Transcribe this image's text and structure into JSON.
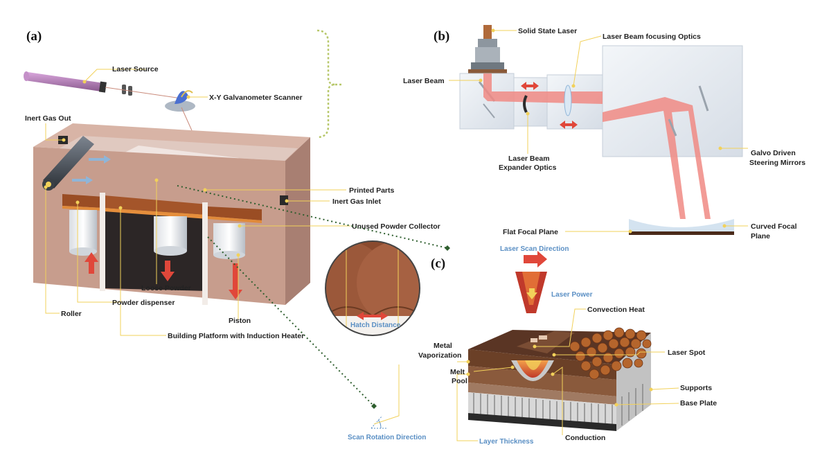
{
  "panels": {
    "a": "(a)",
    "b": "(b)",
    "c": "(c)"
  },
  "labels_a": {
    "laser_source": "Laser Source",
    "galvo": "X-Y Galvanometer Scanner",
    "inert_gas_out": "Inert Gas Out",
    "printed_parts": "Printed Parts",
    "inert_gas_inlet": "Inert Gas Inlet",
    "unused_powder": "Unused Powder Collector",
    "loose_powder": "Loose Powder",
    "powder_dispenser": "Powder dispenser",
    "roller": "Roller",
    "piston": "Piston",
    "building_platform": "Building Platform with Induction Heater",
    "hatch_distance": "Hatch Distance",
    "scan_rotation": "Scan Rotation Direction"
  },
  "labels_b": {
    "solid_state_laser": "Solid State Laser",
    "focusing_optics": "Laser Beam focusing Optics",
    "laser_beam": "Laser Beam",
    "expander_line1": "Laser Beam",
    "expander_line2": "Expander Optics",
    "galvo_line1": "Galvo Driven",
    "galvo_line2": "Steering Mirrors",
    "flat_focal": "Flat Focal Plane",
    "curved_line1": "Curved Focal",
    "curved_line2": "Plane"
  },
  "labels_c": {
    "scan_direction": "Laser Scan Direction",
    "laser_power": "Laser Power",
    "convection_heat": "Convection Heat",
    "metal_vap_line1": "Metal",
    "metal_vap_line2": "Vaporization",
    "laser_spot": "Laser Spot",
    "melt_line1": "Melt",
    "melt_line2": "Pool",
    "supports": "Supports",
    "base_plate": "Base Plate",
    "layer_thickness": "Layer Thickness",
    "conduction": "Conduction"
  },
  "colors": {
    "chamber": "#c9a394",
    "chamber_dark": "#a9857a",
    "powder": "#a0522d",
    "laser_red": "#e05a4f",
    "beam_pink": "#f08a84",
    "leader": "#f2d15a",
    "accent_blue": "#5a8fc4",
    "dotted_green": "#2e5e2e"
  }
}
